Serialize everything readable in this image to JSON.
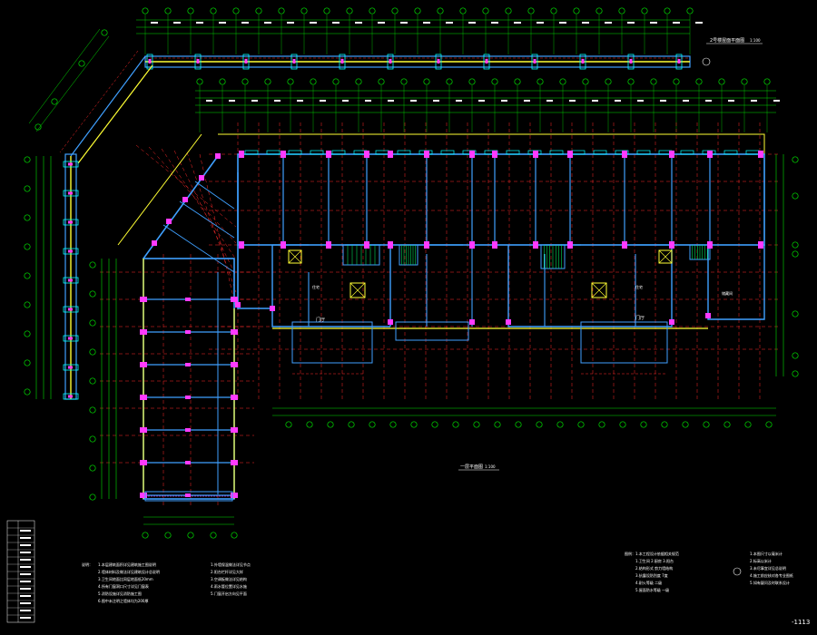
{
  "drawing": {
    "sheet_number": "-1113",
    "plan_title": "一层平面图",
    "plan_scale": "1:100",
    "inset_title": "2号楼屋面平面图",
    "inset_scale": "1:100",
    "hall_labels": [
      "门厅",
      "门厅"
    ],
    "room_labels": [
      "住宅",
      "住宅",
      "储藏间"
    ]
  },
  "notes_left": {
    "heading": "说明：",
    "lines": [
      "1.本层建筑面积详见建筑施工图说明",
      "2.墙体材料及做法详见建筑设计总说明",
      "3.卫生间地面比同层地面低20mm",
      "4.所有门窗洞口尺寸详见门窗表",
      "5.消防设施详见消防施工图",
      "6.图中未注明之墙体均为200厚"
    ]
  },
  "notes_mid": {
    "lines": [
      "1.外墙保温做法详见节点",
      "2.阳台栏杆详见大样",
      "3.空调板做法详见结构",
      "4.雨水管位置详见水施",
      "5.门窗开启方向见平面"
    ]
  },
  "notes_right": {
    "lines": [
      "图例：1.本工程设计依据相关规范",
      "1.卫生间 2.厨房 3.阳台",
      "2.结构形式 剪力墙结构",
      "3.抗震设防烈度 7度",
      "4.耐火等级 二级",
      "5.屋面防水等级 一级"
    ]
  },
  "notes_far_right": {
    "lines": [
      "1.本图尺寸以毫米计",
      "2.标高以米计",
      "3.未尽事宜详见总说明",
      "4.施工前应核对各专业图纸",
      "5.如有疑问及时联系设计"
    ]
  },
  "legend_table": {
    "rows": 14
  },
  "colors": {
    "background": "#000000",
    "axis_line": "#ff2a2a",
    "dimension": "#00e000",
    "wall": "#3fa0ff",
    "column": "#ff3aff",
    "balcony": "#ffff33",
    "window": "#00ffff",
    "text": "#ffffff"
  }
}
